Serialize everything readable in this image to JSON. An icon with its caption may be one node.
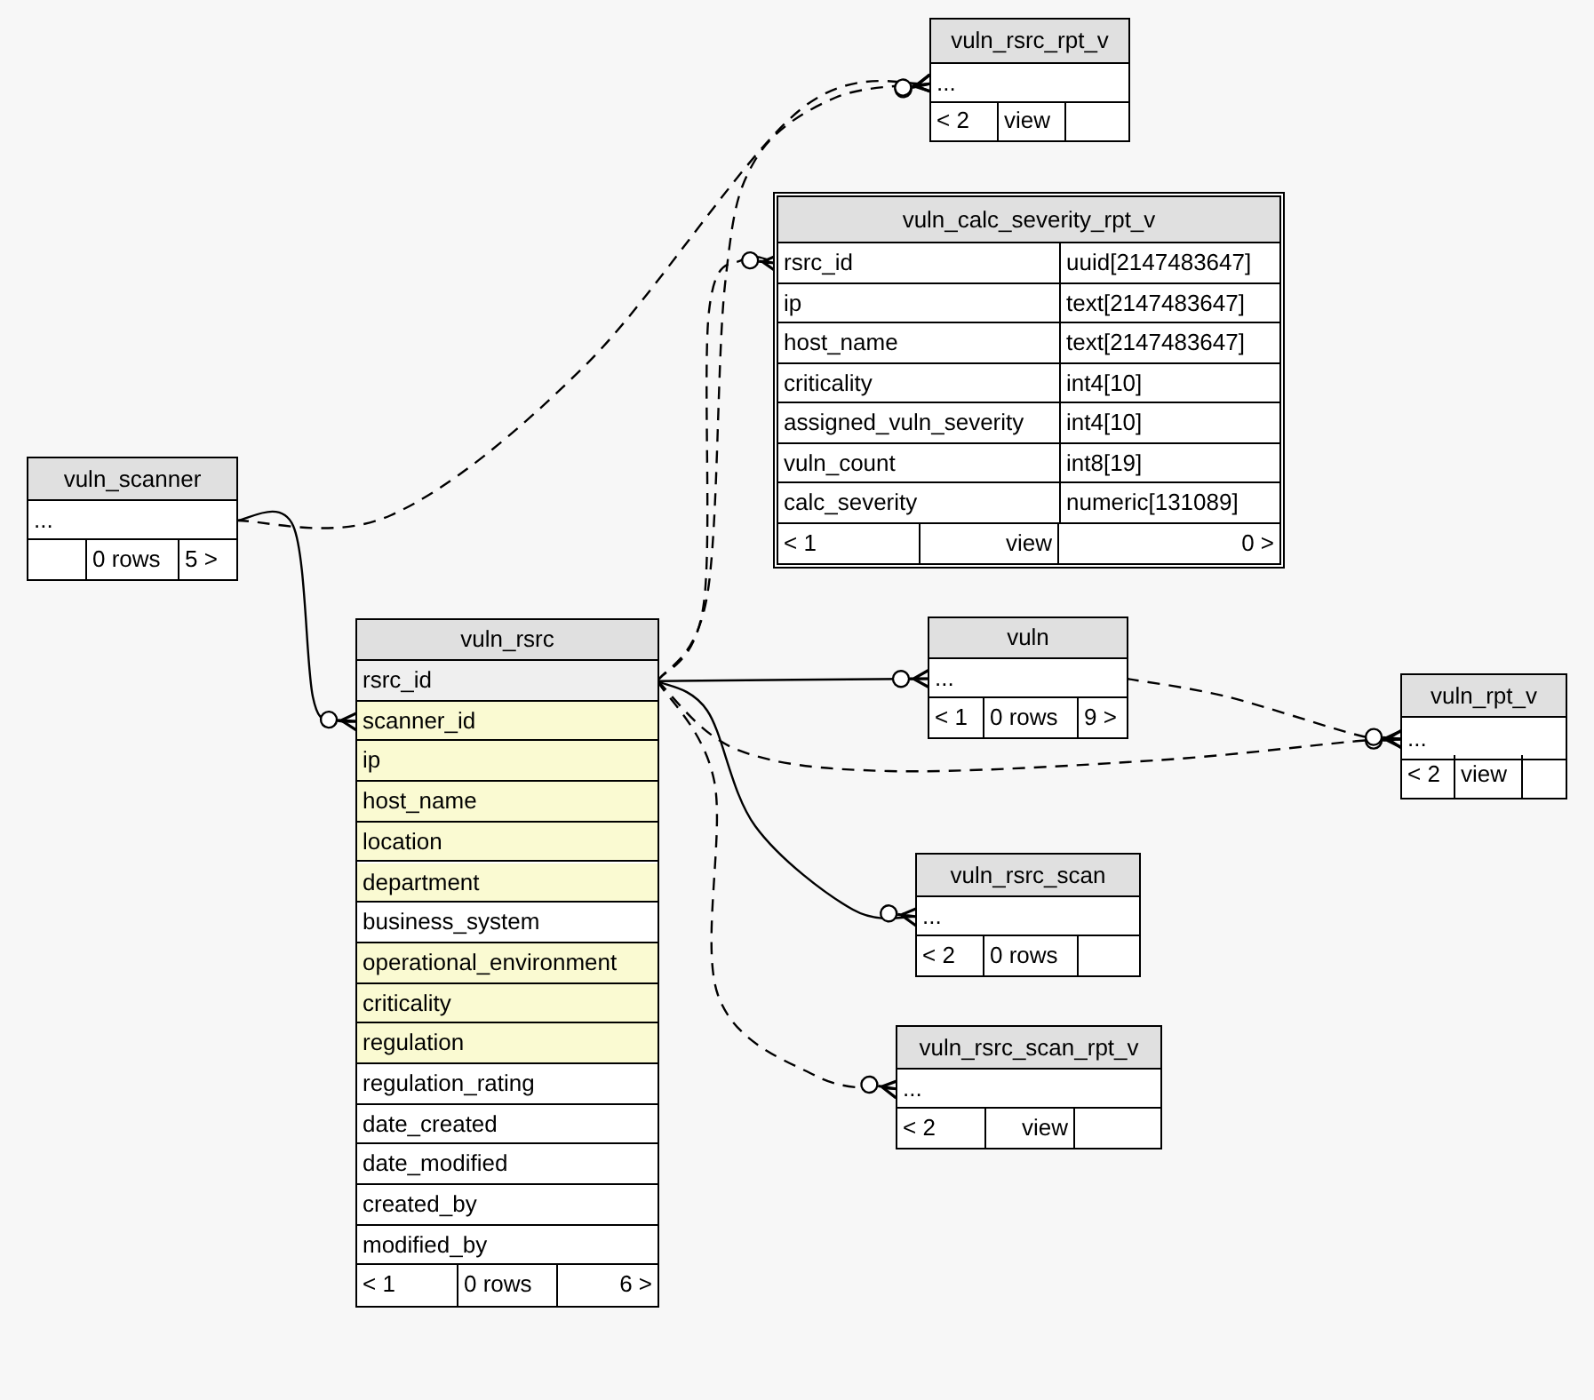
{
  "diagram": {
    "nodes": [
      {
        "text": [
          "vuln_rsrc_rpt_v"
        ]
      },
      {
        "text": [
          "..."
        ],
        "in": 0
      },
      {
        "text": [
          "< 2",
          "view"
        ],
        "in": 0
      },
      {
        "text": [
          "vuln_calc_severity_rpt_v"
        ]
      },
      {
        "text": [
          "rsrc_id",
          "uuid[2147483647]"
        ],
        "in": 3
      },
      {
        "text": [
          "ip",
          "text[2147483647]"
        ],
        "in": 3
      },
      {
        "text": [
          "host_name",
          "text[2147483647]"
        ],
        "in": 3
      },
      {
        "text": [
          "criticality",
          "int4[10]"
        ],
        "in": 3
      },
      {
        "text": [
          "assigned_vuln_severity",
          "int4[10]"
        ],
        "in": 3
      },
      {
        "text": [
          "vuln_count",
          "int8[19]"
        ],
        "in": 3
      },
      {
        "text": [
          "calc_severity",
          "numeric[131089]"
        ],
        "in": 3
      },
      {
        "text": [
          "< 1",
          "view",
          "0 >"
        ],
        "in": 3
      },
      {
        "text": [
          "vuln_scanner"
        ]
      },
      {
        "text": [
          "..."
        ],
        "in": 12
      },
      {
        "text": [
          "0 rows",
          "5 >"
        ],
        "in": 12
      },
      {
        "text": [
          "vuln_rsrc"
        ]
      },
      {
        "text": [
          "rsrc_id"
        ],
        "in": 15
      },
      {
        "text": [
          "scanner_id"
        ],
        "in": 15
      },
      {
        "text": [
          "ip"
        ],
        "in": 15
      },
      {
        "text": [
          "host_name"
        ],
        "in": 15
      },
      {
        "text": [
          "location"
        ],
        "in": 15
      },
      {
        "text": [
          "department"
        ],
        "in": 15
      },
      {
        "text": [
          "business_system"
        ],
        "in": 15
      },
      {
        "text": [
          "operational_environment"
        ],
        "in": 15
      },
      {
        "text": [
          "criticality"
        ],
        "in": 15
      },
      {
        "text": [
          "regulation"
        ],
        "in": 15
      },
      {
        "text": [
          "regulation_rating"
        ],
        "in": 15
      },
      {
        "text": [
          "date_created"
        ],
        "in": 15
      },
      {
        "text": [
          "date_modified"
        ],
        "in": 15
      },
      {
        "text": [
          "created_by"
        ],
        "in": 15
      },
      {
        "text": [
          "modified_by"
        ],
        "in": 15
      },
      {
        "text": [
          "< 1",
          "0 rows",
          "6 >"
        ],
        "in": 15
      },
      {
        "text": [
          "vuln"
        ]
      },
      {
        "text": [
          "..."
        ],
        "in": 32
      },
      {
        "text": [
          "< 1",
          "0 rows",
          "9 >"
        ],
        "in": 32
      },
      {
        "text": [
          "vuln_rpt_v"
        ]
      },
      {
        "text": [
          "..."
        ],
        "in": 35
      },
      {
        "text": [
          "< 2",
          "view"
        ],
        "in": 35
      },
      {
        "text": [
          "vuln_rsrc_scan"
        ]
      },
      {
        "text": [
          "..."
        ],
        "in": 38
      },
      {
        "text": [
          "< 2",
          "0 rows"
        ],
        "in": 38
      },
      {
        "text": [
          "vuln_rsrc_scan_rpt_v"
        ]
      },
      {
        "text": [
          "..."
        ],
        "in": 41
      },
      {
        "text": [
          "< 2",
          "view"
        ],
        "in": 41
      }
    ],
    "edges": [
      {
        "from": 13,
        "to": 17,
        "arrow": "other"
      },
      {
        "from": 13,
        "to": 1,
        "arrow": "other",
        "style": "dashed"
      },
      {
        "from": 16,
        "to": 1,
        "arrow": "other",
        "style": "dashed"
      },
      {
        "from": 16,
        "to": 4,
        "arrow": "other",
        "style": "dashed"
      },
      {
        "from": 16,
        "to": 33,
        "arrow": "other"
      },
      {
        "from": 16,
        "to": 36,
        "arrow": "other",
        "style": "dashed"
      },
      {
        "from": 33,
        "to": 36,
        "arrow": "other",
        "style": "dashed"
      },
      {
        "from": 16,
        "to": 39,
        "arrow": "other"
      },
      {
        "from": 16,
        "to": 42,
        "arrow": "other",
        "style": "dashed"
      }
    ]
  }
}
